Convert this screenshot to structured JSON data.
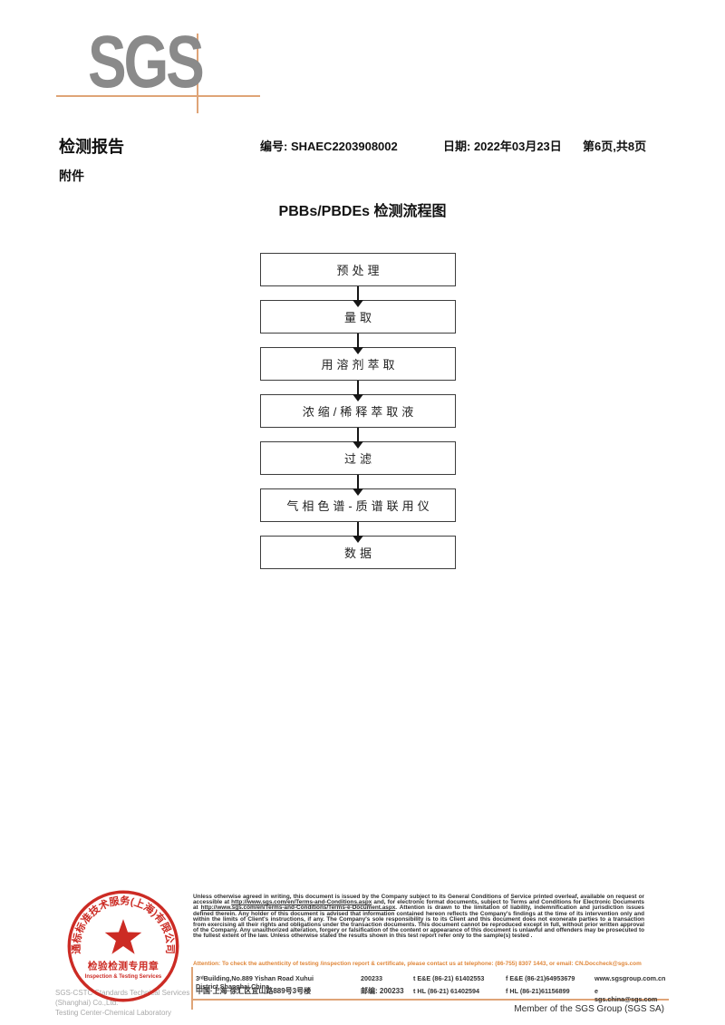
{
  "logo": {
    "text": "SGS"
  },
  "header": {
    "report_title": "检测报告",
    "report_no": "编号: SHAEC2203908002",
    "date": "日期: 2022年03月23日",
    "page_info": "第6页,共8页",
    "attachment": "附件"
  },
  "flowchart": {
    "title": "PBBs/PBDEs 检测流程图",
    "steps": [
      "预处理",
      "量取",
      "用溶剂萃取",
      "浓缩/稀释萃取液",
      "过滤",
      "气相色谱-质谱联用仪",
      "数据"
    ]
  },
  "footer": {
    "seal": {
      "arc_text": "通标标准技术服务(上海)有限公司",
      "line1": "检验检测专用章",
      "line2": "Inspection & Testing Services"
    },
    "company_line1": "SGS-CSTC Standards Technical Services (Shanghai) Co.,Ltd.",
    "company_line2": "Testing Center-Chemical Laboratory",
    "legal": {
      "part1": "Unless otherwise agreed in writing, this document is issued by the Company subject to its General Conditions of Service printed overleaf, available on request or accessible at ",
      "url1": "http://www.sgs.com/en/Terms-and-Conditions.aspx",
      "part2": " and, for electronic format documents, subject to Terms and Conditions for Electronic Documents at ",
      "url2": "http://www.sgs.com/en/Terms-and-Conditions/Terms-e-Document.aspx",
      "part3": ". Attention is drawn to the limitation of liability, indemnification and jurisdiction issues defined therein. Any holder of this document is advised that information contained hereon reflects the Company's findings at the time of its intervention only and within the limits of Client's instructions, if any. The Company's sole responsibility is to its Client and this document does not exonerate parties to a transaction from exercising all their rights and obligations under the transaction documents. This document cannot be reproduced except in full, without prior written approval of the Company. Any unauthorized alteration, forgery or falsification of the content or appearance of this document is unlawful and offenders may be prosecuted to the fullest extent of the law. Unless otherwise stated the results shown in this test report refer only to the sample(s) tested ."
    },
    "attention": "Attention: To check the authenticity of testing /inspection report & certificate, please contact us at telephone: (86-755) 8307 1443, or email: CN.Doccheck@sgs.com",
    "address": {
      "en_address": "3ʳᵈBuilding,No.889 Yishan Road Xuhui District,Shanghai China",
      "en_zip": "200233",
      "tel1": "t E&E (86-21) 61402553",
      "fax1": "f E&E (86-21)64953679",
      "web": "www.sgsgroup.com.cn",
      "cn_address": "中国·上海·徐汇区宜山路889号3号楼",
      "cn_zip": "邮编: 200233",
      "tel2": "t HL (86-21) 61402594",
      "fax2": "f HL (86-21)61156899",
      "email": "e sgs.china@sgs.com"
    },
    "member": "Member of the SGS Group (SGS SA)"
  },
  "colors": {
    "logo_gray": "#8a8a8a",
    "accent_orange": "#dfa477",
    "seal_red": "#cc2b24",
    "attention_orange": "#e0873a"
  }
}
